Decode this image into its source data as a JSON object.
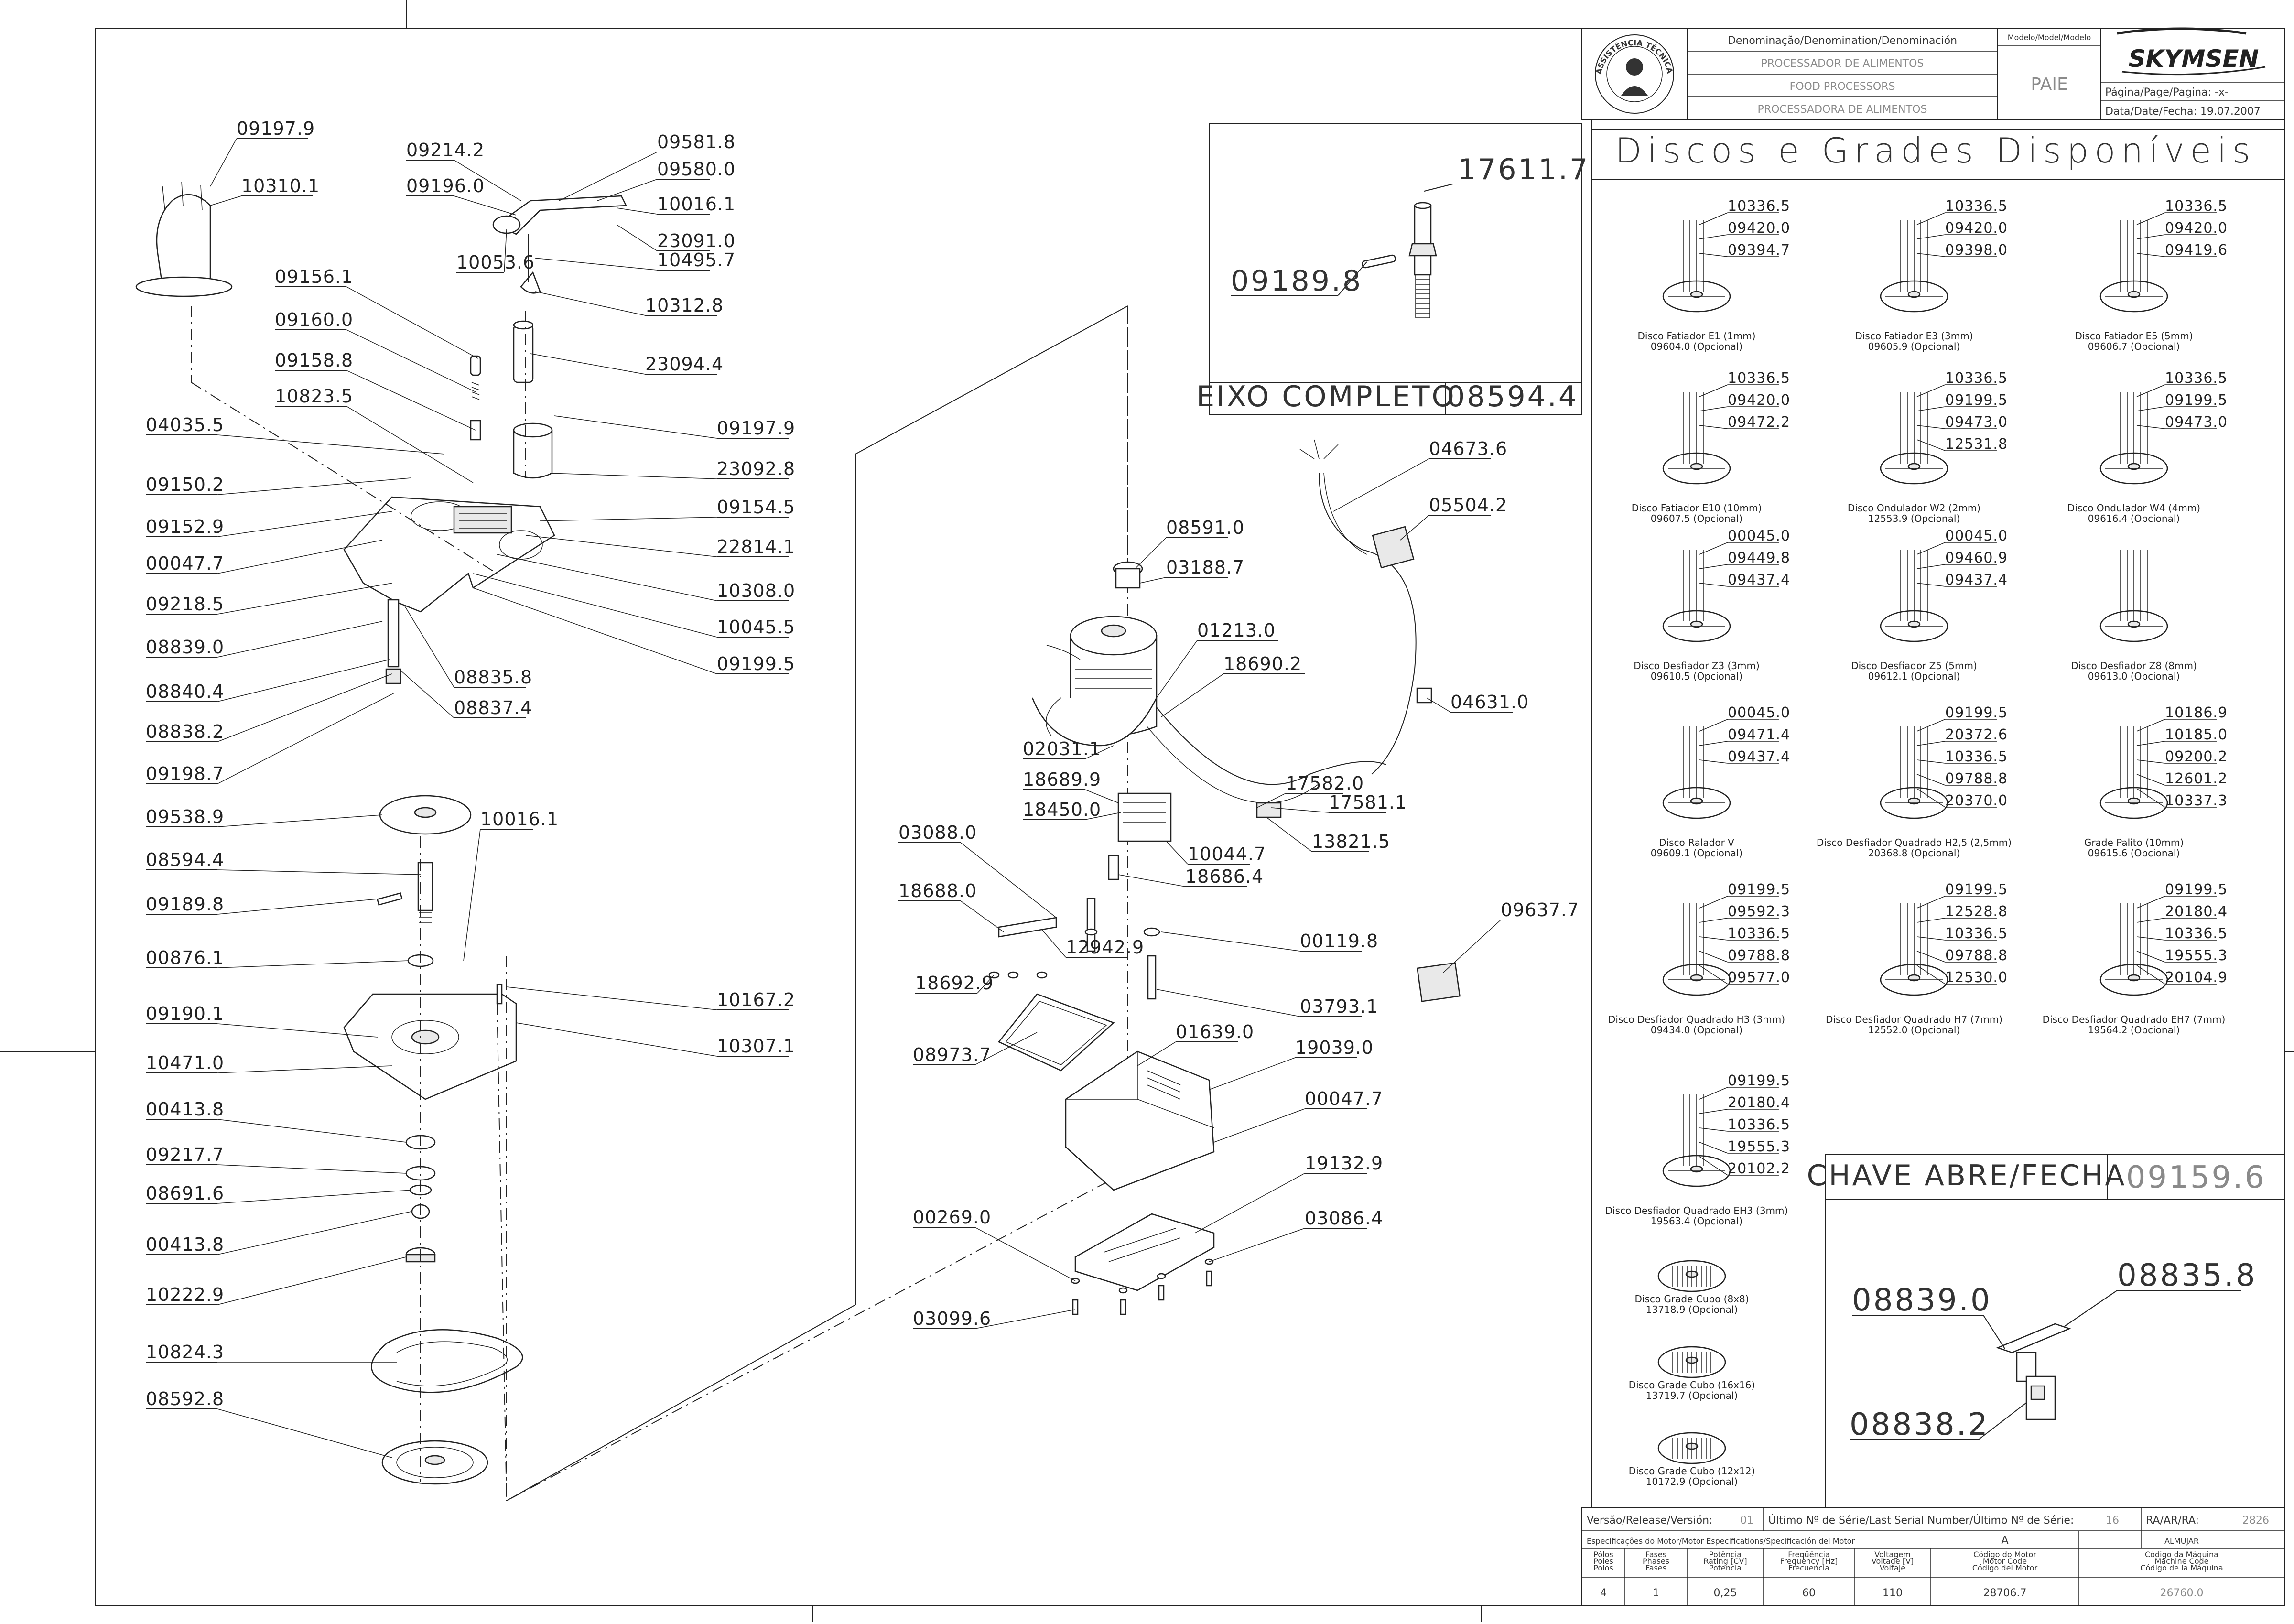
{
  "title_block": {
    "denomination_header": "Denominação/Denomination/Denominación",
    "model_header": "Modelo/Model/Modelo",
    "names": [
      "PROCESSADOR DE ALIMENTOS",
      "FOOD PROCESSORS",
      "PROCESSADORA DE ALIMENTOS"
    ],
    "model": "PAIE",
    "brand": "SKYMSEN",
    "page_label": "Página/Page/Pagina: -x-",
    "date_label": "Data/Date/Fecha: 19.07.2007",
    "seal_text": "ASSISTÊNCIA TÉCNICA AUTORIZADA"
  },
  "sheet_title": "Discos e Grades Disponíveis",
  "eixo": {
    "label": "EIXO COMPLETO",
    "code": "08594.4",
    "parts": [
      "17611.7",
      "09189.8"
    ]
  },
  "chave": {
    "label": "CHAVE ABRE/FECHA",
    "code": "09159.6",
    "parts": [
      "08839.0",
      "08835.8",
      "08838.2"
    ]
  },
  "left_parts": {
    "top": [
      "09197.9",
      "10310.1",
      "09214.2",
      "09196.0",
      "09581.8",
      "09580.0",
      "10016.1",
      "23091.0",
      "10495.7",
      "10053.6",
      "10312.8",
      "23094.4"
    ],
    "middle_left": [
      "09156.1",
      "09160.0",
      "09158.8",
      "10823.5",
      "04035.5",
      "09150.2",
      "09152.9",
      "00047.7",
      "09218.5",
      "08839.0",
      "08840.4",
      "08838.2",
      "09198.7",
      "08835.8",
      "08837.4"
    ],
    "middle_right": [
      "09197.9",
      "23092.8",
      "09154.5",
      "22814.1",
      "10308.0",
      "10045.5",
      "09199.5"
    ],
    "bottom": [
      "09538.9",
      "10016.1",
      "08594.4",
      "09189.8",
      "00876.1",
      "09190.1",
      "10471.0",
      "00413.8",
      "09217.7",
      "08691.6",
      "00413.8",
      "10222.9",
      "10824.3",
      "08592.8",
      "10167.2",
      "10307.1"
    ]
  },
  "motor_parts": [
    "08591.0",
    "03188.7",
    "01213.0",
    "18690.2",
    "02031.1",
    "18689.9",
    "18450.0",
    "17582.0",
    "17581.1",
    "13821.5",
    "10044.7",
    "18686.4",
    "00119.8",
    "03793.1",
    "03088.0",
    "18688.0",
    "12942.9",
    "18692.9",
    "04673.6",
    "05504.2",
    "04631.0",
    "09637.7",
    "01639.0",
    "19039.0",
    "00047.7",
    "08973.7",
    "19132.9",
    "03086.4",
    "00269.0",
    "03099.6"
  ],
  "discs": [
    {
      "name": "Disco Fatiador E1 (1mm)",
      "code": "09604.0 (Opcional)",
      "parts": [
        "10336.5",
        "09420.0",
        "09394.7"
      ]
    },
    {
      "name": "Disco Fatiador E3 (3mm)",
      "code": "09605.9 (Opcional)",
      "parts": [
        "10336.5",
        "09420.0",
        "09398.0"
      ]
    },
    {
      "name": "Disco Fatiador E5 (5mm)",
      "code": "09606.7 (Opcional)",
      "parts": [
        "10336.5",
        "09420.0",
        "09419.6"
      ]
    },
    {
      "name": "Disco Fatiador E10 (10mm)",
      "code": "09607.5 (Opcional)",
      "parts": [
        "10336.5",
        "09420.0",
        "09472.2"
      ]
    },
    {
      "name": "Disco Ondulador W2 (2mm)",
      "code": "12553.9 (Opcional)",
      "parts": [
        "10336.5",
        "09199.5",
        "09473.0",
        "12531.8"
      ]
    },
    {
      "name": "Disco Ondulador W4 (4mm)",
      "code": "09616.4 (Opcional)",
      "parts": [
        "10336.5",
        "09199.5",
        "09473.0"
      ]
    },
    {
      "name": "Disco Desfiador Z3 (3mm)",
      "code": "09610.5 (Opcional)",
      "parts": [
        "00045.0",
        "09449.8",
        "09437.4"
      ]
    },
    {
      "name": "Disco Desfiador Z5 (5mm)",
      "code": "09612.1 (Opcional)",
      "parts": [
        "00045.0",
        "09460.9",
        "09437.4"
      ]
    },
    {
      "name": "Disco Desfiador Z8 (8mm)",
      "code": "09613.0 (Opcional)",
      "parts": []
    },
    {
      "name": "Disco Ralador V",
      "code": "09609.1 (Opcional)",
      "parts": [
        "00045.0",
        "09471.4",
        "09437.4"
      ]
    },
    {
      "name": "Disco Desfiador Quadrado H2,5 (2,5mm)",
      "code": "20368.8 (Opcional)",
      "parts": [
        "09199.5",
        "20372.6",
        "10336.5",
        "09788.8",
        "20370.0"
      ]
    },
    {
      "name": "Grade Palito (10mm)",
      "code": "09615.6 (Opcional)",
      "parts": [
        "10186.9",
        "10185.0",
        "09200.2",
        "12601.2",
        "10337.3"
      ]
    },
    {
      "name": "Disco Desfiador Quadrado H3 (3mm)",
      "code": "09434.0 (Opcional)",
      "parts": [
        "09199.5",
        "09592.3",
        "10336.5",
        "09788.8",
        "09577.0"
      ]
    },
    {
      "name": "Disco Desfiador Quadrado H7 (7mm)",
      "code": "12552.0 (Opcional)",
      "parts": [
        "09199.5",
        "12528.8",
        "10336.5",
        "09788.8",
        "12530.0"
      ]
    },
    {
      "name": "Disco Desfiador Quadrado EH7 (7mm)",
      "code": "19564.2 (Opcional)",
      "parts": [
        "09199.5",
        "20180.4",
        "10336.5",
        "19555.3",
        "20104.9"
      ]
    },
    {
      "name": "Disco Desfiador Quadrado EH3 (3mm)",
      "code": "19563.4 (Opcional)",
      "parts": [
        "09199.5",
        "20180.4",
        "10336.5",
        "19555.3",
        "20102.2"
      ]
    },
    {
      "name": "Disco Grade Cubo (8x8)",
      "code": "13718.9 (Opcional)",
      "parts": []
    },
    {
      "name": "Disco Grade Cubo (16x16)",
      "code": "13719.7 (Opcional)",
      "parts": []
    },
    {
      "name": "Disco Grade Cubo (12x12)",
      "code": "10172.9 (Opcional)",
      "parts": []
    }
  ],
  "footer": {
    "version_label": "Versão/Release/Versión:",
    "version": "01",
    "serial_label": "Último Nº de Série/Last Serial Number/Último Nº de Série:",
    "serial": "16",
    "ra_label": "RA/AR/RA:",
    "ra": "2826",
    "motor_spec_label": "Especificações do Motor/Motor Especifications/Specificación del Motor",
    "motor_spec_value": "A",
    "almujar": "ALMUJAR",
    "headers": [
      [
        "Pólos",
        "Poles",
        "Polos"
      ],
      [
        "Fases",
        "Phases",
        "Fases"
      ],
      [
        "Potência",
        "Rating [CV]",
        "Potencia"
      ],
      [
        "Freqüência",
        "Frequency [Hz]",
        "Frecuencia"
      ],
      [
        "Voltagem",
        "Voltage [V]",
        "Voltaje"
      ],
      [
        "Código do Motor",
        "Motor Code",
        "Código del Motor"
      ],
      [
        "Código da Máquina",
        "Machine Code",
        "Código de la Máquina"
      ]
    ],
    "values": [
      "4",
      "1",
      "0,25",
      "60",
      "110",
      "28706.7",
      "26760.0"
    ]
  },
  "colors": {
    "ink": "#222222",
    "muted": "#8a8a8a",
    "paper": "#ffffff"
  }
}
